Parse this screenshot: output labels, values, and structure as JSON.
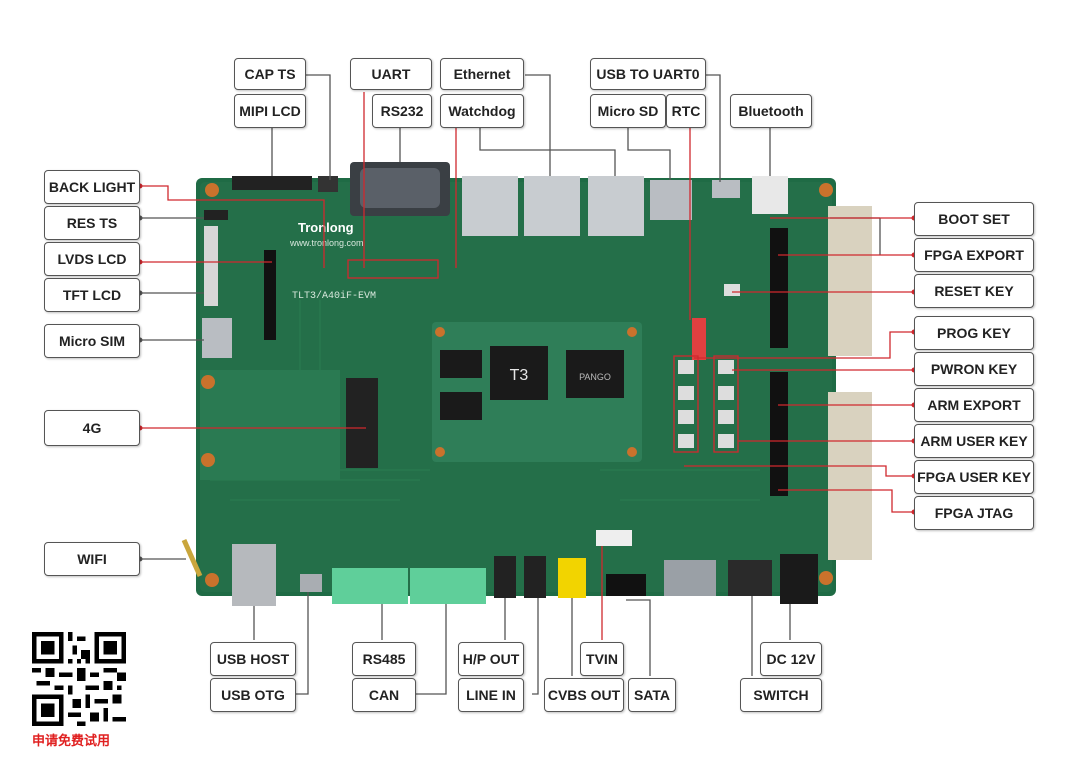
{
  "board": {
    "silkscreen_brand": "Tronlong",
    "silkscreen_url": "www.tronlong.com",
    "silkscreen_model": "TLT3/A40iF-EVM",
    "som_chip": "T3",
    "fpga_brand": "PANGO"
  },
  "labels": {
    "cap_ts": "CAP TS",
    "mipi_lcd": "MIPI LCD",
    "uart": "UART",
    "rs232": "RS232",
    "ethernet": "Ethernet",
    "watchdog": "Watchdog",
    "usb_to_uart0": "USB TO UART0",
    "micro_sd": "Micro SD",
    "rtc": "RTC",
    "bluetooth": "Bluetooth",
    "back_light": "BACK LIGHT",
    "res_ts": "RES TS",
    "lvds_lcd": "LVDS LCD",
    "tft_lcd": "TFT LCD",
    "micro_sim": "Micro SIM",
    "g4": "4G",
    "wifi": "WIFI",
    "boot_set": "BOOT SET",
    "fpga_export": "FPGA EXPORT",
    "reset_key": "RESET KEY",
    "prog_key": "PROG KEY",
    "pwron_key": "PWRON KEY",
    "arm_export": "ARM EXPORT",
    "arm_user_key": "ARM USER KEY",
    "fpga_user_key": "FPGA USER KEY",
    "fpga_jtag": "FPGA JTAG",
    "usb_host": "USB HOST",
    "usb_otg": "USB OTG",
    "rs485": "RS485",
    "can": "CAN",
    "hp_out": "H/P OUT",
    "line_in": "LINE IN",
    "tvin": "TVIN",
    "cvbs_out": "CVBS OUT",
    "sata": "SATA",
    "dc_12v": "DC 12V",
    "switch": "SWITCH"
  },
  "promo": {
    "caption": "申请免费试用"
  },
  "colors": {
    "pcb": "#1f6b45",
    "pcb_light": "#2e8a5a",
    "leader_red": "#d0282e",
    "leader_gray": "#555555",
    "accent_caption": "#e02020"
  }
}
